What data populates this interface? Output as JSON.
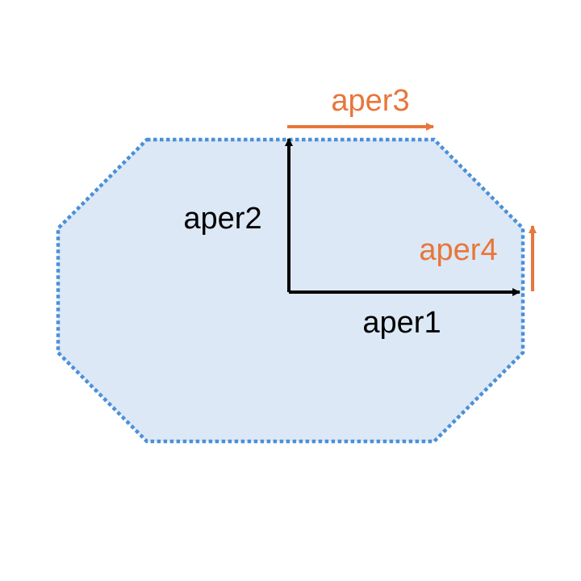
{
  "colors": {
    "octagon_fill": "#dce8f5",
    "octagon_stroke": "#4a90d9",
    "primary_arrow": "#000000",
    "secondary_arrow": "#e8763a"
  },
  "labels": {
    "aper1": "aper1",
    "aper2": "aper2",
    "aper3": "aper3",
    "aper4": "aper4"
  }
}
